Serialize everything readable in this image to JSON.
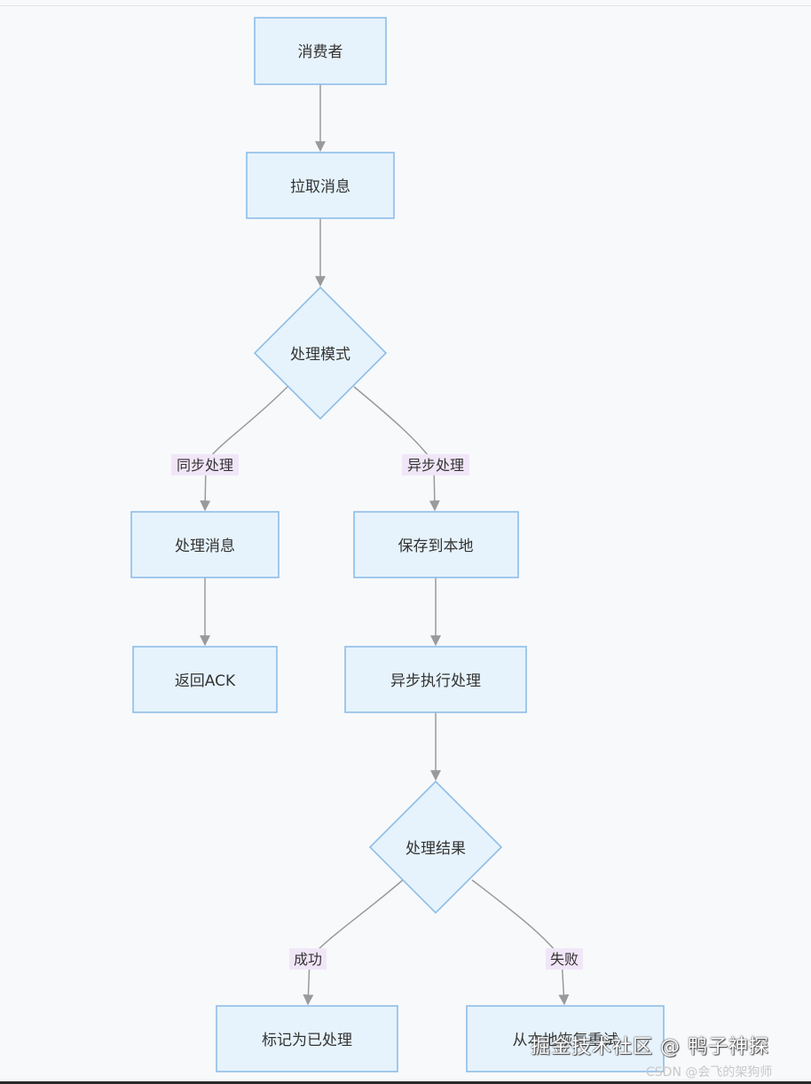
{
  "nodes": {
    "consumer": "消费者",
    "pull": "拉取消息",
    "mode": "处理模式",
    "process": "处理消息",
    "ack": "返回ACK",
    "save": "保存到本地",
    "async_exec": "异步执行处理",
    "result": "处理结果",
    "mark_done": "标记为已处理",
    "recover_retry": "从本地恢复重试"
  },
  "edges": {
    "sync": "同步处理",
    "async": "异步处理",
    "success": "成功",
    "fail": "失败"
  },
  "watermark": {
    "main": "掘金技术社区 @ 鸭子神探",
    "sub": "CSDN @会飞的架狗师"
  },
  "colors": {
    "node_fill": "#e6f3fc",
    "node_stroke": "#8ebde8",
    "edge": "#9a9a9a",
    "label_bg": "#f1e6f8"
  }
}
